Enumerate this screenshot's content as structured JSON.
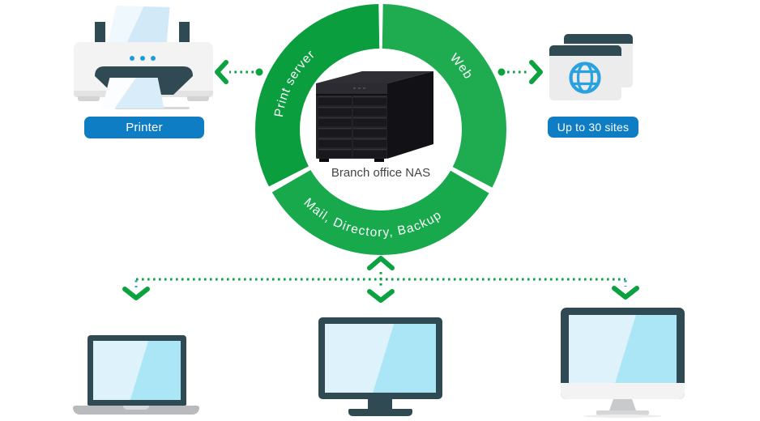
{
  "ring": {
    "center_label": "Branch office NAS",
    "segments": [
      {
        "id": "print-server",
        "label": "Print server",
        "color": "#0a9e3e"
      },
      {
        "id": "web",
        "label": "Web",
        "color": "#1fac50"
      },
      {
        "id": "mail-directory-backup",
        "label": "Mail, Directory, Backup",
        "color": "#17a94b"
      }
    ]
  },
  "peripherals": {
    "printer": {
      "icon": "printer-icon",
      "badge_label": "Printer"
    },
    "websites": {
      "icon": "browser-globe-icon",
      "badge_label": "Up to 30 sites"
    }
  },
  "clients": {
    "items": [
      {
        "icon": "laptop-icon"
      },
      {
        "icon": "desktop-monitor-icon"
      },
      {
        "icon": "imac-monitor-icon"
      }
    ]
  },
  "colors": {
    "ring_green_dark": "#0a9e3e",
    "ring_green_light": "#1fac50",
    "arrow_green": "#0ba23f",
    "corner_drop_blue": "#3aa3d4",
    "badge_blue": "#0e7dc4",
    "device_teal": "#2f4a52",
    "screen_blue_light": "#ddf2fa",
    "screen_blue": "#abe6f7",
    "globe_blue": "#29a2df",
    "nas_black": "#222227"
  }
}
